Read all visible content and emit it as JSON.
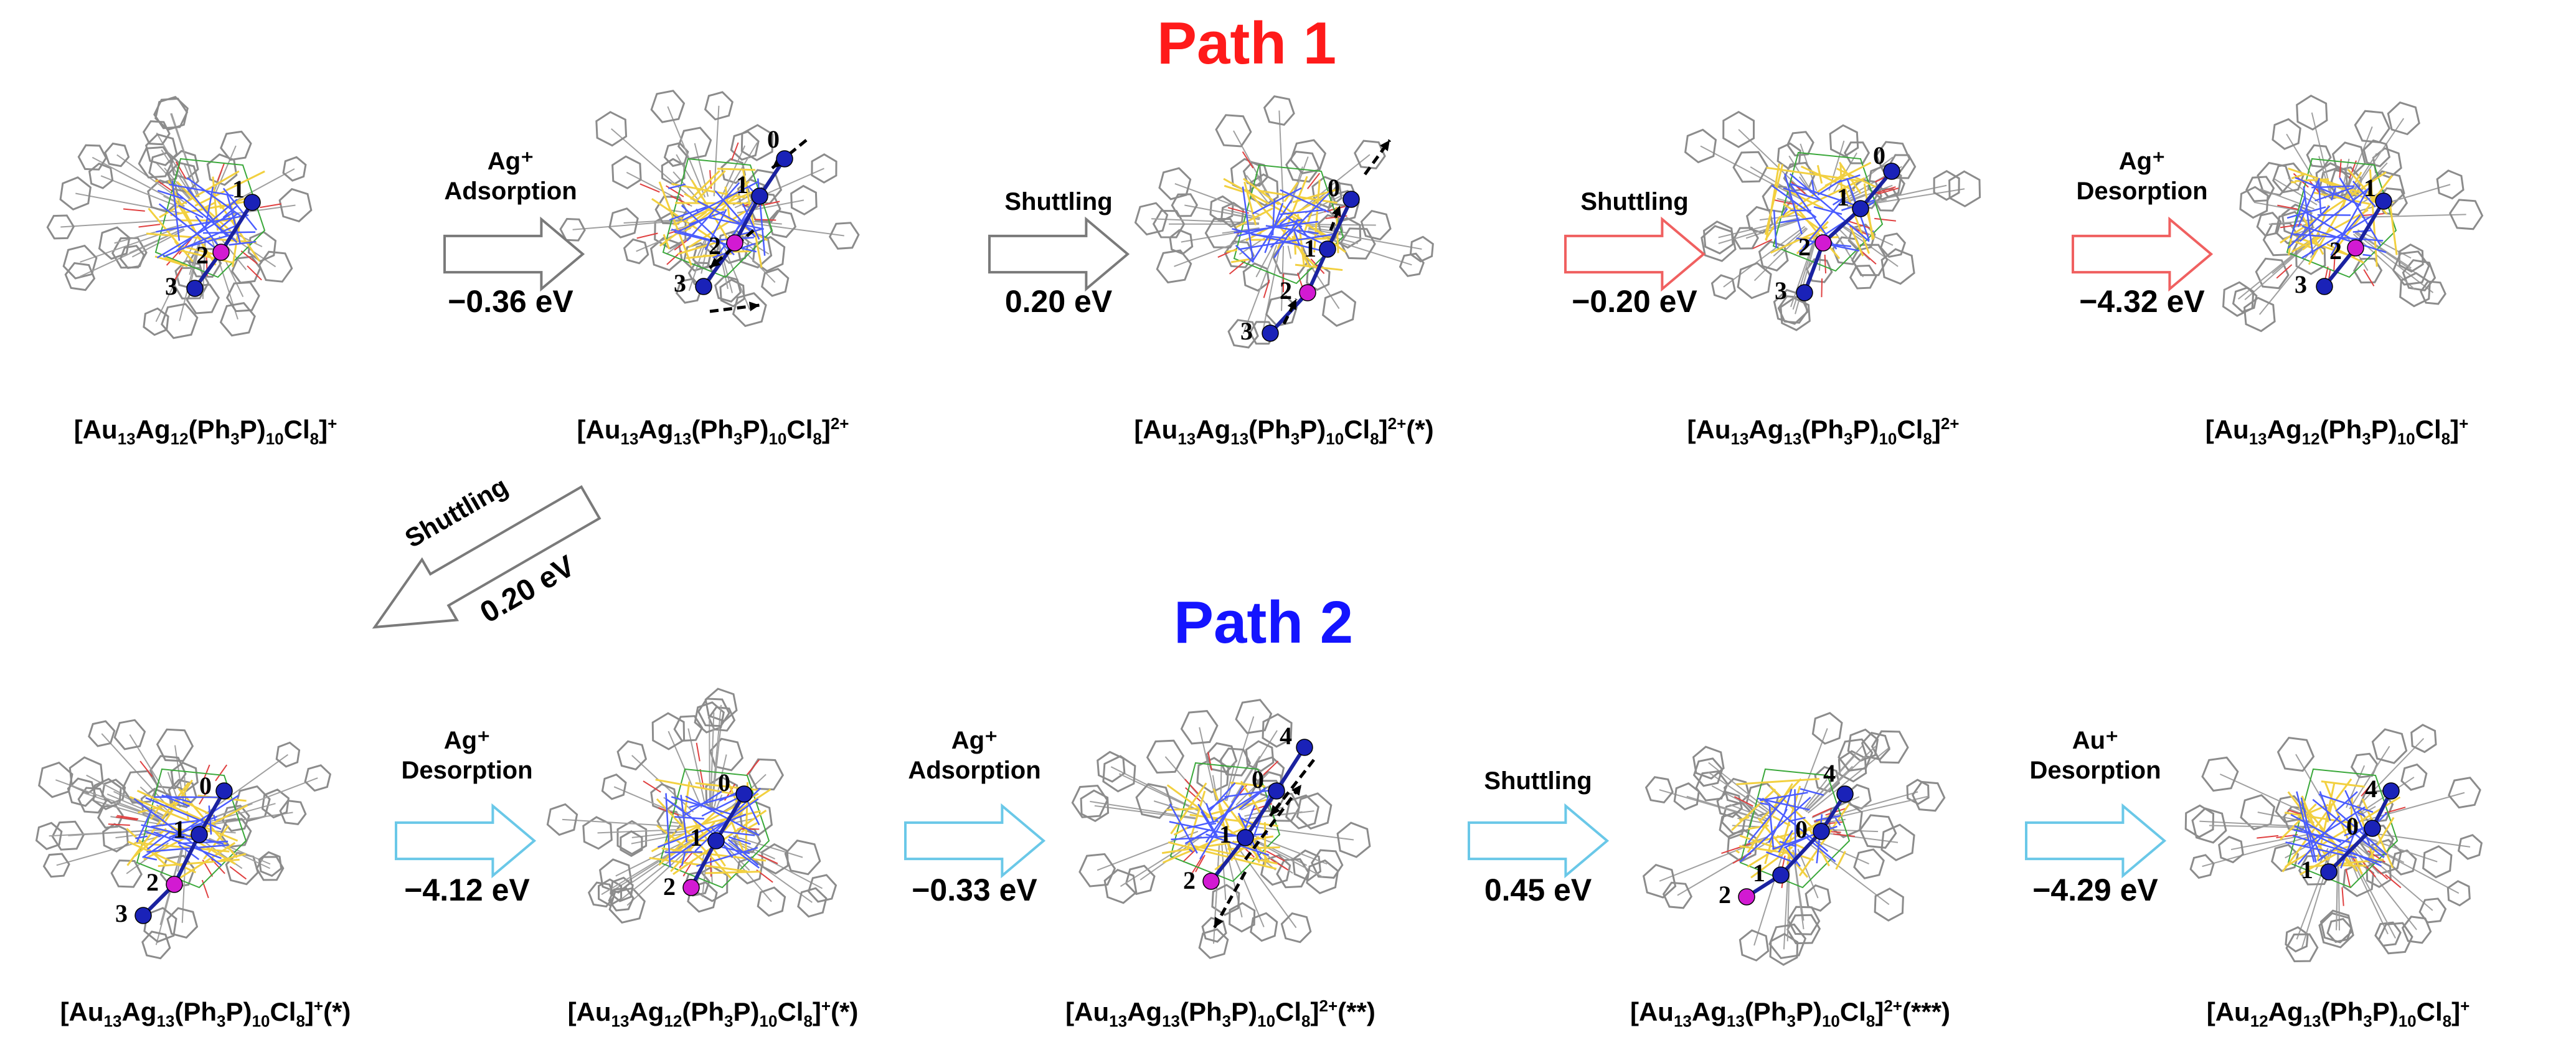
{
  "titles": {
    "path1": "Path 1",
    "path2": "Path 2"
  },
  "colors": {
    "path1_title": "#ff1a1a",
    "path2_title": "#1414ff",
    "arrow_gray": "#7a7a7a",
    "arrow_red": "#f06060",
    "arrow_cyan": "#6ac8e8",
    "atom_blue": "#1a22b8",
    "atom_magenta": "#d21ad2",
    "ligand_gray": "#8c8c8c",
    "bond_yellow": "#f2d040",
    "bond_blue": "#4a5cff"
  },
  "path1": {
    "structures": [
      {
        "formula_parts": [
          "[Au",
          "13",
          "Ag",
          "12",
          "(Ph",
          "3",
          "P)",
          "10",
          "Cl",
          "8",
          "]",
          "+",
          ""
        ],
        "atom_labels": [
          "1",
          "2",
          "3"
        ]
      },
      {
        "formula_parts": [
          "[Au",
          "13",
          "Ag",
          "13",
          "(Ph",
          "3",
          "P)",
          "10",
          "Cl",
          "8",
          "]",
          "2+",
          ""
        ],
        "atom_labels": [
          "0",
          "1",
          "2",
          "3"
        ]
      },
      {
        "formula_parts": [
          "[Au",
          "13",
          "Ag",
          "13",
          "(Ph",
          "3",
          "P)",
          "10",
          "Cl",
          "8",
          "]",
          "2+",
          "(*)"
        ],
        "atom_labels": [
          "0",
          "1",
          "2",
          "3"
        ]
      },
      {
        "formula_parts": [
          "[Au",
          "13",
          "Ag",
          "13",
          "(Ph",
          "3",
          "P)",
          "10",
          "Cl",
          "8",
          "]",
          "2+",
          ""
        ],
        "atom_labels": [
          "0",
          "1",
          "2",
          "3"
        ]
      },
      {
        "formula_parts": [
          "[Au",
          "13",
          "Ag",
          "12",
          "(Ph",
          "3",
          "P)",
          "10",
          "Cl",
          "8",
          "]",
          "+",
          ""
        ],
        "atom_labels": [
          "1",
          "2",
          "3"
        ]
      }
    ],
    "steps": [
      {
        "label": "Ag⁺ Adsorption",
        "label_lines": [
          "Ag⁺",
          "Adsorption"
        ],
        "energy": "−0.36 eV",
        "arrow_color": "gray"
      },
      {
        "label": "Shuttling",
        "label_lines": [
          "Shuttling"
        ],
        "energy": "0.20 eV",
        "arrow_color": "gray"
      },
      {
        "label": "Shuttling",
        "label_lines": [
          "Shuttling"
        ],
        "energy": "−0.20 eV",
        "arrow_color": "red"
      },
      {
        "label": "Ag⁺ Desorption",
        "label_lines": [
          "Ag⁺",
          "Desorption"
        ],
        "energy": "−4.32 eV",
        "arrow_color": "red"
      }
    ]
  },
  "branch": {
    "label": "Shuttling",
    "energy": "0.20 eV",
    "arrow_color": "gray"
  },
  "path2": {
    "structures": [
      {
        "formula_parts": [
          "[Au",
          "13",
          "Ag",
          "13",
          "(Ph",
          "3",
          "P)",
          "10",
          "Cl",
          "8",
          "]",
          "+",
          "(*)"
        ],
        "atom_labels": [
          "0",
          "1",
          "2",
          "3"
        ]
      },
      {
        "formula_parts": [
          "[Au",
          "13",
          "Ag",
          "12",
          "(Ph",
          "3",
          "P)",
          "10",
          "Cl",
          "8",
          "]",
          "+",
          "(*)"
        ],
        "atom_labels": [
          "0",
          "1",
          "2"
        ]
      },
      {
        "formula_parts": [
          "[Au",
          "13",
          "Ag",
          "13",
          "(Ph",
          "3",
          "P)",
          "10",
          "Cl",
          "8",
          "]",
          "2+",
          "(**)"
        ],
        "atom_labels": [
          "4",
          "0",
          "1",
          "2"
        ]
      },
      {
        "formula_parts": [
          "[Au",
          "13",
          "Ag",
          "13",
          "(Ph",
          "3",
          "P)",
          "10",
          "Cl",
          "8",
          "]",
          "2+",
          "(***)"
        ],
        "atom_labels": [
          "4",
          "0",
          "1",
          "2"
        ]
      },
      {
        "formula_parts": [
          "[Au",
          "12",
          "Ag",
          "13",
          "(Ph",
          "3",
          "P)",
          "10",
          "Cl",
          "8",
          "]",
          "+",
          ""
        ],
        "atom_labels": [
          "4",
          "0",
          "1"
        ]
      }
    ],
    "steps": [
      {
        "label": "Ag⁺ Desorption",
        "label_lines": [
          "Ag⁺",
          "Desorption"
        ],
        "energy": "−4.12 eV",
        "arrow_color": "cyan"
      },
      {
        "label": "Ag⁺ Adsorption",
        "label_lines": [
          "Ag⁺",
          "Adsorption"
        ],
        "energy": "−0.33 eV",
        "arrow_color": "cyan"
      },
      {
        "label": "Shuttling",
        "label_lines": [
          "Shuttling"
        ],
        "energy": "0.45 eV",
        "arrow_color": "cyan"
      },
      {
        "label": "Au⁺ Desorption",
        "label_lines": [
          "Au⁺",
          "Desorption"
        ],
        "energy": "−4.29 eV",
        "arrow_color": "cyan"
      }
    ]
  }
}
